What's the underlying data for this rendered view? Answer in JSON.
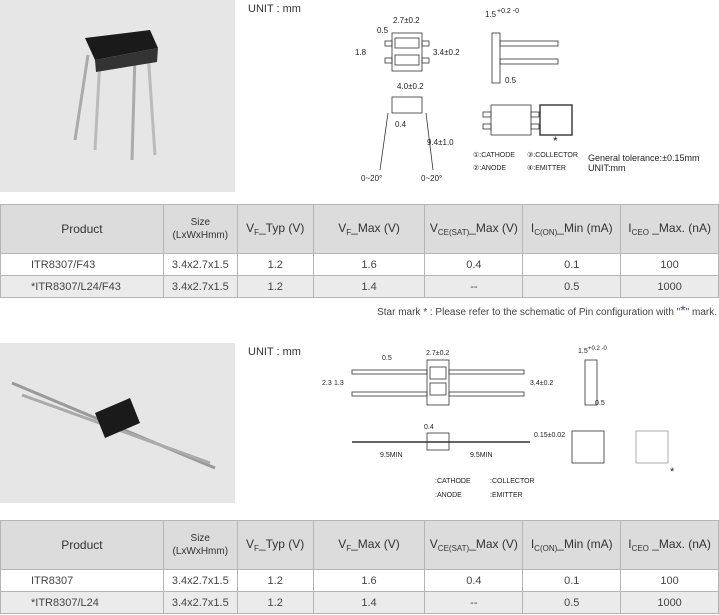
{
  "sections": [
    {
      "unit": "UNIT : mm",
      "diagram": {
        "width": "2.7±0.2",
        "lead_pitch": "1.8",
        "lead_w": "0.5",
        "height": "3.4±0.2",
        "depth": "1.5",
        "depth_tol": "+0.2 -0",
        "lead_t": "0.5",
        "body_len": "4.0±0.2",
        "lead_pos": "0.4",
        "lead_len": "9.4±1.0",
        "angle_l": "0~20°",
        "angle_r": "0~20°",
        "pin1": "①:CATHODE",
        "pin2": "②:ANODE",
        "pin3": "③:COLLECTOR",
        "pin4": "④:EMITTER",
        "tolerance": "General tolerance:±0.15mm",
        "unit2": "UNIT:mm",
        "star": "*"
      },
      "table": {
        "headers": [
          {
            "main": "Product"
          },
          {
            "main": "Size",
            "sub2": "(LxWxHmm)"
          },
          {
            "main": "V",
            "sub": "F",
            "rest": "_Typ (V)"
          },
          {
            "main": "V",
            "sub": "F",
            "rest": "_Max (V)"
          },
          {
            "main": "V",
            "sub": "CE(SAT)",
            "rest": "_Max (V)"
          },
          {
            "main": "I",
            "sub": "C(ON)",
            "rest": "_Min (mA)"
          },
          {
            "main": "I",
            "sub": "CEO",
            "rest": " _Max. (nA)"
          }
        ],
        "rows": [
          [
            "ITR8307/F43",
            "3.4x2.7x1.5",
            "1.2",
            "1.6",
            "0.4",
            "0.1",
            "100"
          ],
          [
            "*ITR8307/L24/F43",
            "3.4x2.7x1.5",
            "1.2",
            "1.4",
            "--",
            "0.5",
            "1000"
          ]
        ]
      },
      "note": {
        "before": "Star mark * : Please refer to the schematic of Pin configuration with \"",
        "star": "*",
        "after": "\" mark."
      }
    },
    {
      "unit": "UNIT : mm",
      "diagram": {
        "width": "2.7±0.2",
        "lead_w": "0.5",
        "outer": "2.3",
        "inner": "1.3",
        "height": "3.4±0.2",
        "depth": "1.5",
        "depth_tol": "+0.2 -0",
        "lead_t": "0.5",
        "lead_pos": "0.4",
        "lead_thk": "0.15±0.02",
        "len_l": "9.5MIN",
        "len_r": "9.5MIN",
        "pin1": ":CATHODE",
        "pin2": ":ANODE",
        "pin3": ":COLLECTOR",
        "pin4": ":EMITTER",
        "star": "*"
      },
      "table": {
        "headers": [
          {
            "main": "Product"
          },
          {
            "main": "Size",
            "sub2": "(LxWxHmm)"
          },
          {
            "main": "V",
            "sub": "F",
            "rest": "_Typ (V)"
          },
          {
            "main": "V",
            "sub": "F",
            "rest": "_Max (V)"
          },
          {
            "main": "V",
            "sub": "CE(SAT)",
            "rest": "_Max (V)"
          },
          {
            "main": "I",
            "sub": "C(ON)",
            "rest": "_Min (mA)"
          },
          {
            "main": "I",
            "sub": "CEO",
            "rest": " _Max. (nA)"
          }
        ],
        "rows": [
          [
            "ITR8307",
            "3.4x2.7x1.5",
            "1.2",
            "1.6",
            "0.4",
            "0.1",
            "100"
          ],
          [
            "*ITR8307/L24",
            "3.4x2.7x1.5",
            "1.2",
            "1.4",
            "--",
            "0.5",
            "1000"
          ]
        ]
      }
    }
  ]
}
